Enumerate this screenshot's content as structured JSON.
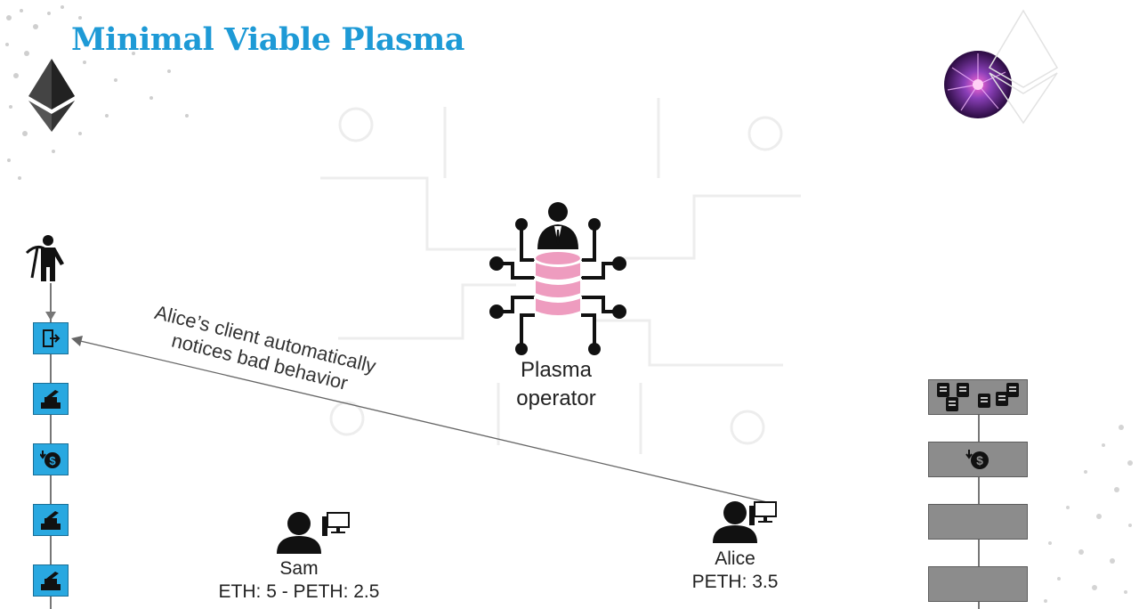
{
  "slide": {
    "title": "Minimal Viable Plasma"
  },
  "annotation": {
    "line1": "Alice’s client automatically",
    "line2": "notices bad behavior"
  },
  "operator": {
    "line1": "Plasma",
    "line2": "operator"
  },
  "users": [
    {
      "name": "Sam",
      "balance": "ETH: 5 - PETH: 2.5"
    },
    {
      "name": "Alice",
      "balance": "PETH: 3.5"
    }
  ],
  "left_chain": {
    "icons": [
      "exit-icon",
      "deposit-icon",
      "dollar-withdraw-icon",
      "deposit-icon",
      "deposit-icon"
    ],
    "color": "#29a8e0"
  },
  "right_chain": {
    "icons": [
      "transactions-icon",
      "dollar-withdraw-icon",
      "",
      ""
    ],
    "color": "#8c8c8c"
  },
  "colors": {
    "title": "#1e9ad6",
    "operator_db": "#ee9cbf"
  }
}
